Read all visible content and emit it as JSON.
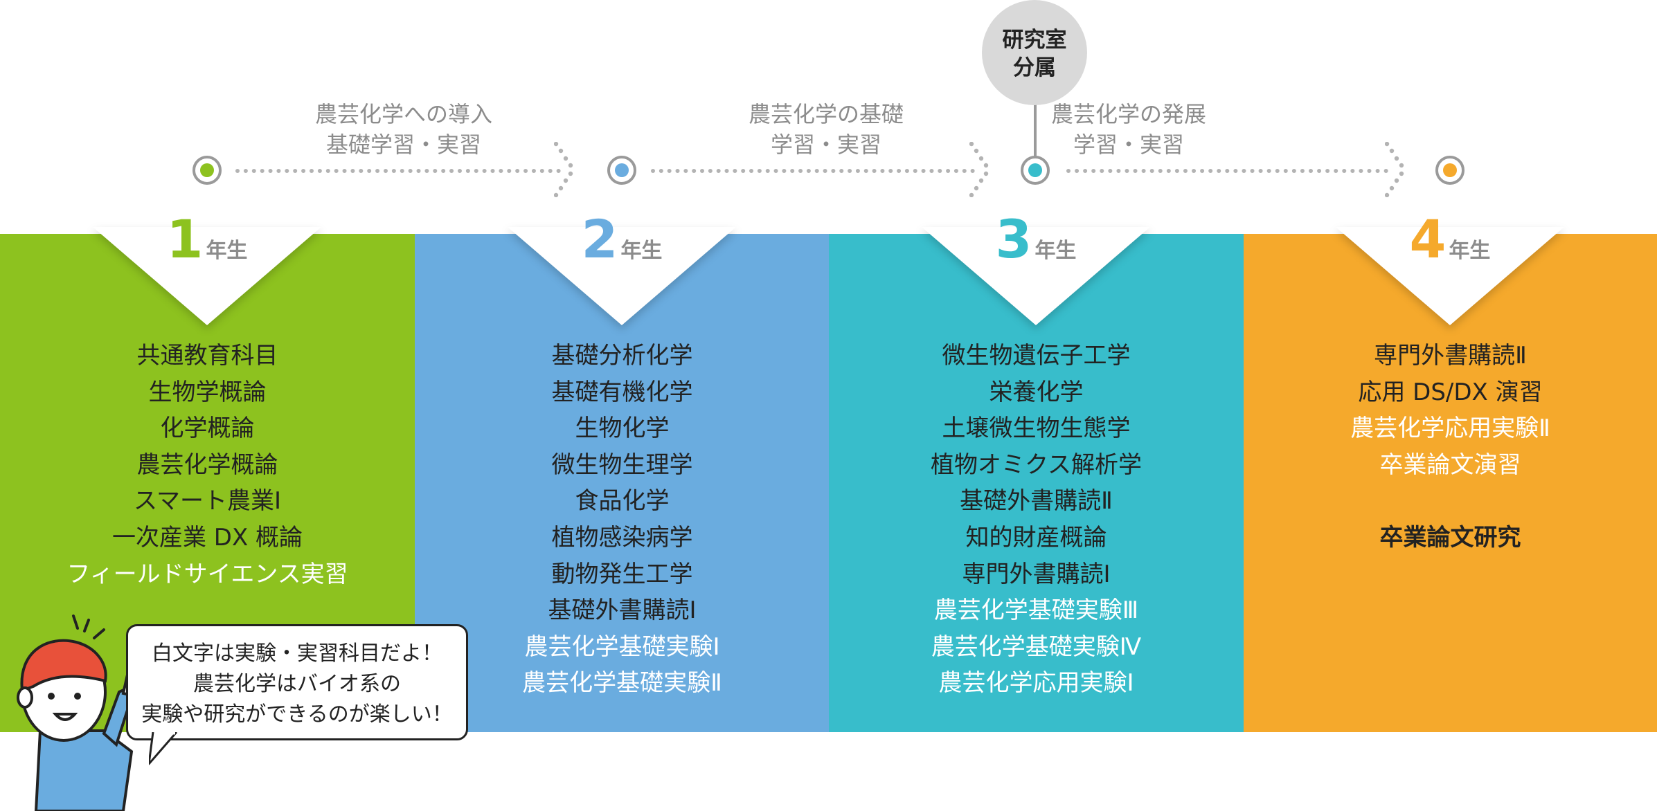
{
  "lab_assignment": {
    "line1": "研究室",
    "line2": "分属"
  },
  "phases": [
    {
      "line1": "農芸化学への導入",
      "line2": "基礎学習・実習"
    },
    {
      "line1": "農芸化学の基礎",
      "line2": "学習・実習"
    },
    {
      "line1": "農芸化学の発展",
      "line2": "学習・実習"
    }
  ],
  "colors": {
    "year1": "#8dc21f",
    "year2": "#6aacdf",
    "year3": "#38bdcb",
    "year4": "#f5a92c",
    "node_ring": "#9a9a9a",
    "dotted_line": "#b3b3b3"
  },
  "years": [
    {
      "number": "1",
      "unit": "年生",
      "subjects": [
        {
          "text": "共通教育科目",
          "style": "normal"
        },
        {
          "text": "生物学概論",
          "style": "normal"
        },
        {
          "text": "化学概論",
          "style": "normal"
        },
        {
          "text": "農芸化学概論",
          "style": "normal"
        },
        {
          "text": "スマート農業Ⅰ",
          "style": "normal"
        },
        {
          "text": "一次産業 DX 概論",
          "style": "normal"
        },
        {
          "text": "フィールドサイエンス実習",
          "style": "white"
        }
      ]
    },
    {
      "number": "2",
      "unit": "年生",
      "subjects": [
        {
          "text": "基礎分析化学",
          "style": "normal"
        },
        {
          "text": "基礎有機化学",
          "style": "normal"
        },
        {
          "text": "生物化学",
          "style": "normal"
        },
        {
          "text": "微生物生理学",
          "style": "normal"
        },
        {
          "text": "食品化学",
          "style": "normal"
        },
        {
          "text": "植物感染病学",
          "style": "normal"
        },
        {
          "text": "動物発生工学",
          "style": "normal"
        },
        {
          "text": "基礎外書購読Ⅰ",
          "style": "normal"
        },
        {
          "text": "農芸化学基礎実験Ⅰ",
          "style": "white"
        },
        {
          "text": "農芸化学基礎実験Ⅱ",
          "style": "white"
        }
      ]
    },
    {
      "number": "3",
      "unit": "年生",
      "subjects": [
        {
          "text": "微生物遺伝子工学",
          "style": "normal"
        },
        {
          "text": "栄養化学",
          "style": "normal"
        },
        {
          "text": "土壌微生物生態学",
          "style": "normal"
        },
        {
          "text": "植物オミクス解析学",
          "style": "normal"
        },
        {
          "text": "基礎外書購読Ⅱ",
          "style": "normal"
        },
        {
          "text": "知的財産概論",
          "style": "normal"
        },
        {
          "text": "専門外書購読Ⅰ",
          "style": "normal"
        },
        {
          "text": "農芸化学基礎実験Ⅲ",
          "style": "white"
        },
        {
          "text": "農芸化学基礎実験Ⅳ",
          "style": "white"
        },
        {
          "text": "農芸化学応用実験Ⅰ",
          "style": "white"
        }
      ]
    },
    {
      "number": "4",
      "unit": "年生",
      "subjects": [
        {
          "text": "専門外書購読Ⅱ",
          "style": "normal"
        },
        {
          "text": "応用 DS/DX 演習",
          "style": "normal"
        },
        {
          "text": "農芸化学応用実験Ⅱ",
          "style": "white"
        },
        {
          "text": "卒業論文演習",
          "style": "white"
        },
        {
          "text": "",
          "style": "gap"
        },
        {
          "text": "卒業論文研究",
          "style": "bold"
        }
      ]
    }
  ],
  "speech_bubble": {
    "line1": "白文字は実験・実習科目だよ！",
    "line2": "農芸化学はバイオ系の",
    "line3": "実験や研究ができるのが楽しい！"
  },
  "icons": {
    "character": "student-pointing-icon",
    "timeline_node": "circle-node-icon",
    "arrow": "chevron-right-icon"
  }
}
